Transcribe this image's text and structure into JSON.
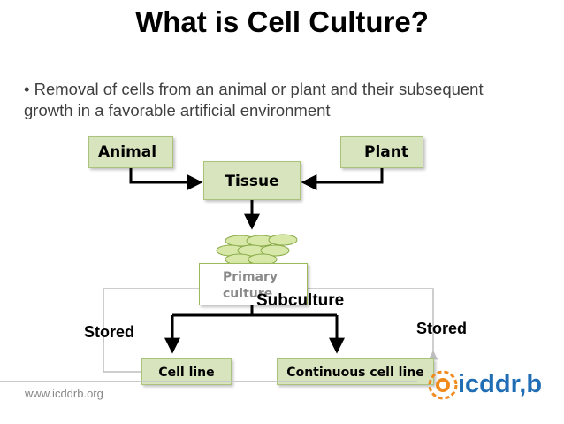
{
  "slide": {
    "title": "What is Cell Culture?",
    "bullet": "• Removal of cells from an animal or plant and their subsequent growth in a  favorable artificial environment"
  },
  "diagram": {
    "animal": "Animal",
    "plant": "Plant",
    "tissue": "Tissue",
    "primary_line1": "Primary",
    "primary_line2": "culture",
    "subculture": "Subculture",
    "stored_left": "Stored",
    "stored_right": "Stored",
    "cell_line": "Cell line",
    "continuous_cell_line": "Continuous cell line"
  },
  "footer": {
    "url": "www.icddrb.org",
    "logo_text": "icddr,b"
  },
  "colors": {
    "box_fill": "#d7e4bd",
    "box_border": "#aac27a",
    "cell_fill": "#d7e8a8",
    "logo_blue": "#1f6db5",
    "logo_orange": "#f08a1c"
  }
}
